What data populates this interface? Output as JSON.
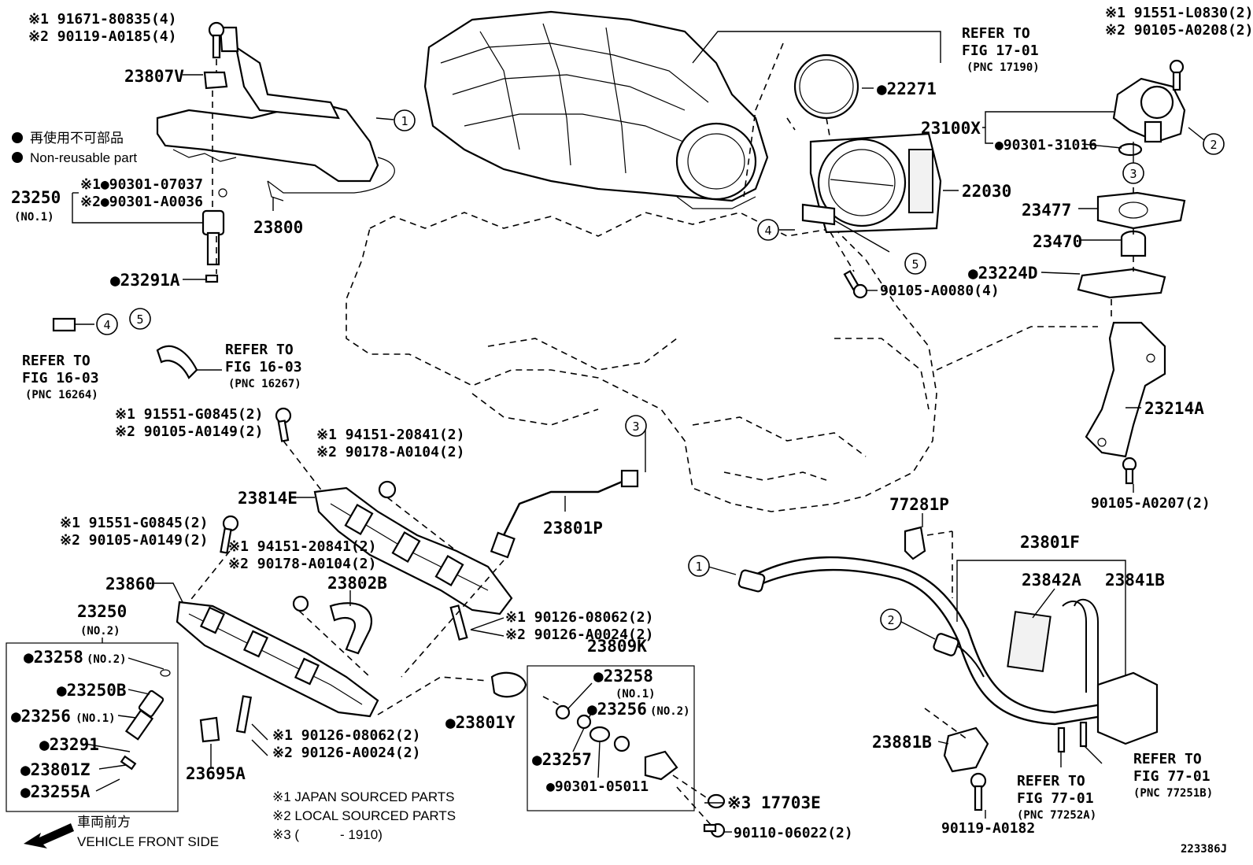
{
  "diagram_id": "223386J",
  "legend": {
    "non_reusable_ja": "再使用不可部品",
    "non_reusable_en": "Non-reusable part",
    "note1": "※1 JAPAN SOURCED PARTS",
    "note2": "※2 LOCAL SOURCED PARTS",
    "note3_prefix": "※3 (",
    "note3_suffix": "- 1910)",
    "front_ja": "車両前方",
    "front_en": "VEHICLE FRONT SIDE"
  },
  "callouts": {
    "c1": "1",
    "c2": "2",
    "c3": "3",
    "c4": "4",
    "c5": "5"
  },
  "refs": {
    "r1701_a": "REFER TO",
    "r1701_b": "FIG 17-01",
    "r1701_c": "(PNC 17190)",
    "r16264_a": "REFER TO",
    "r16264_b": "FIG 16-03",
    "r16264_c": "(PNC 16264)",
    "r16267_a": "REFER TO",
    "r16267_b": "FIG 16-03",
    "r16267_c": "(PNC 16267)",
    "r77252_a": "REFER TO",
    "r77252_b": "FIG 77-01",
    "r77252_c": "(PNC 77252A)",
    "r77251_a": "REFER TO",
    "r77251_b": "FIG 77-01",
    "r77251_c": "(PNC 77251B)"
  },
  "parts": {
    "p_91671": "※1 91671-80835(4)",
    "p_90119_a0185": "※2 90119-A0185(4)",
    "p_23807v": "23807V",
    "p_23250_1": "23250",
    "p_23250_1n": "(NO.1)",
    "p_90301_07037": "※1●90301-07037",
    "p_90301_a0036": "※2●90301-A0036",
    "p_23800": "23800",
    "p_23291a": "●23291A",
    "p_22271": "●22271",
    "p_22030": "22030",
    "p_90105_a0080": "90105-A0080(4)",
    "p_91551_l0830": "※1 91551-L0830(2)",
    "p_90105_a0208": "※2 90105-A0208(2)",
    "p_23100x": "23100X",
    "p_90301_31016": "●90301-31016",
    "p_23477": "23477",
    "p_23470": "23470",
    "p_23224d": "●23224D",
    "p_23214a": "23214A",
    "p_90105_a0207": "90105-A0207(2)",
    "p_91551_g0845_a": "※1 91551-G0845(2)",
    "p_90105_a0149_a": "※2 90105-A0149(2)",
    "p_94151_a": "※1 94151-20841(2)",
    "p_90178_a": "※2 90178-A0104(2)",
    "p_23814e": "23814E",
    "p_91551_g0845_b": "※1 91551-G0845(2)",
    "p_90105_a0149_b": "※2 90105-A0149(2)",
    "p_94151_b": "※1 94151-20841(2)",
    "p_90178_b": "※2 90178-A0104(2)",
    "p_23801p": "23801P",
    "p_23802b": "23802B",
    "p_23860": "23860",
    "p_23250_2": "23250",
    "p_23250_2n": "(NO.2)",
    "p_23258_2": "●23258",
    "p_23258_2n": "(NO.2)",
    "p_23250b": "●23250B",
    "p_23256_1": "●23256",
    "p_23256_1n": "(NO.1)",
    "p_23291": "●23291",
    "p_23801z": "●23801Z",
    "p_23255a": "●23255A",
    "p_23695a": "23695A",
    "p_90126_08062_a": "※1 90126-08062(2)",
    "p_90126_a0024_a": "※2 90126-A0024(2)",
    "p_90126_08062_b": "※1 90126-08062(2)",
    "p_90126_a0024_b": "※2 90126-A0024(2)",
    "p_23801y": "●23801Y",
    "p_23809k": "23809K",
    "p_23258_1": "●23258",
    "p_23258_1n": "(NO.1)",
    "p_23256_2": "●23256",
    "p_23256_2n": "(NO.2)",
    "p_23257": "●23257",
    "p_90301_05011": "●90301-05011",
    "p_17703e": "※3 17703E",
    "p_90110_06022": "90110-06022(2)",
    "p_77281p": "77281P",
    "p_23801f": "23801F",
    "p_23842a": "23842A",
    "p_23841b": "23841B",
    "p_23881b": "23881B",
    "p_90119_a0182": "90119-A0182"
  }
}
